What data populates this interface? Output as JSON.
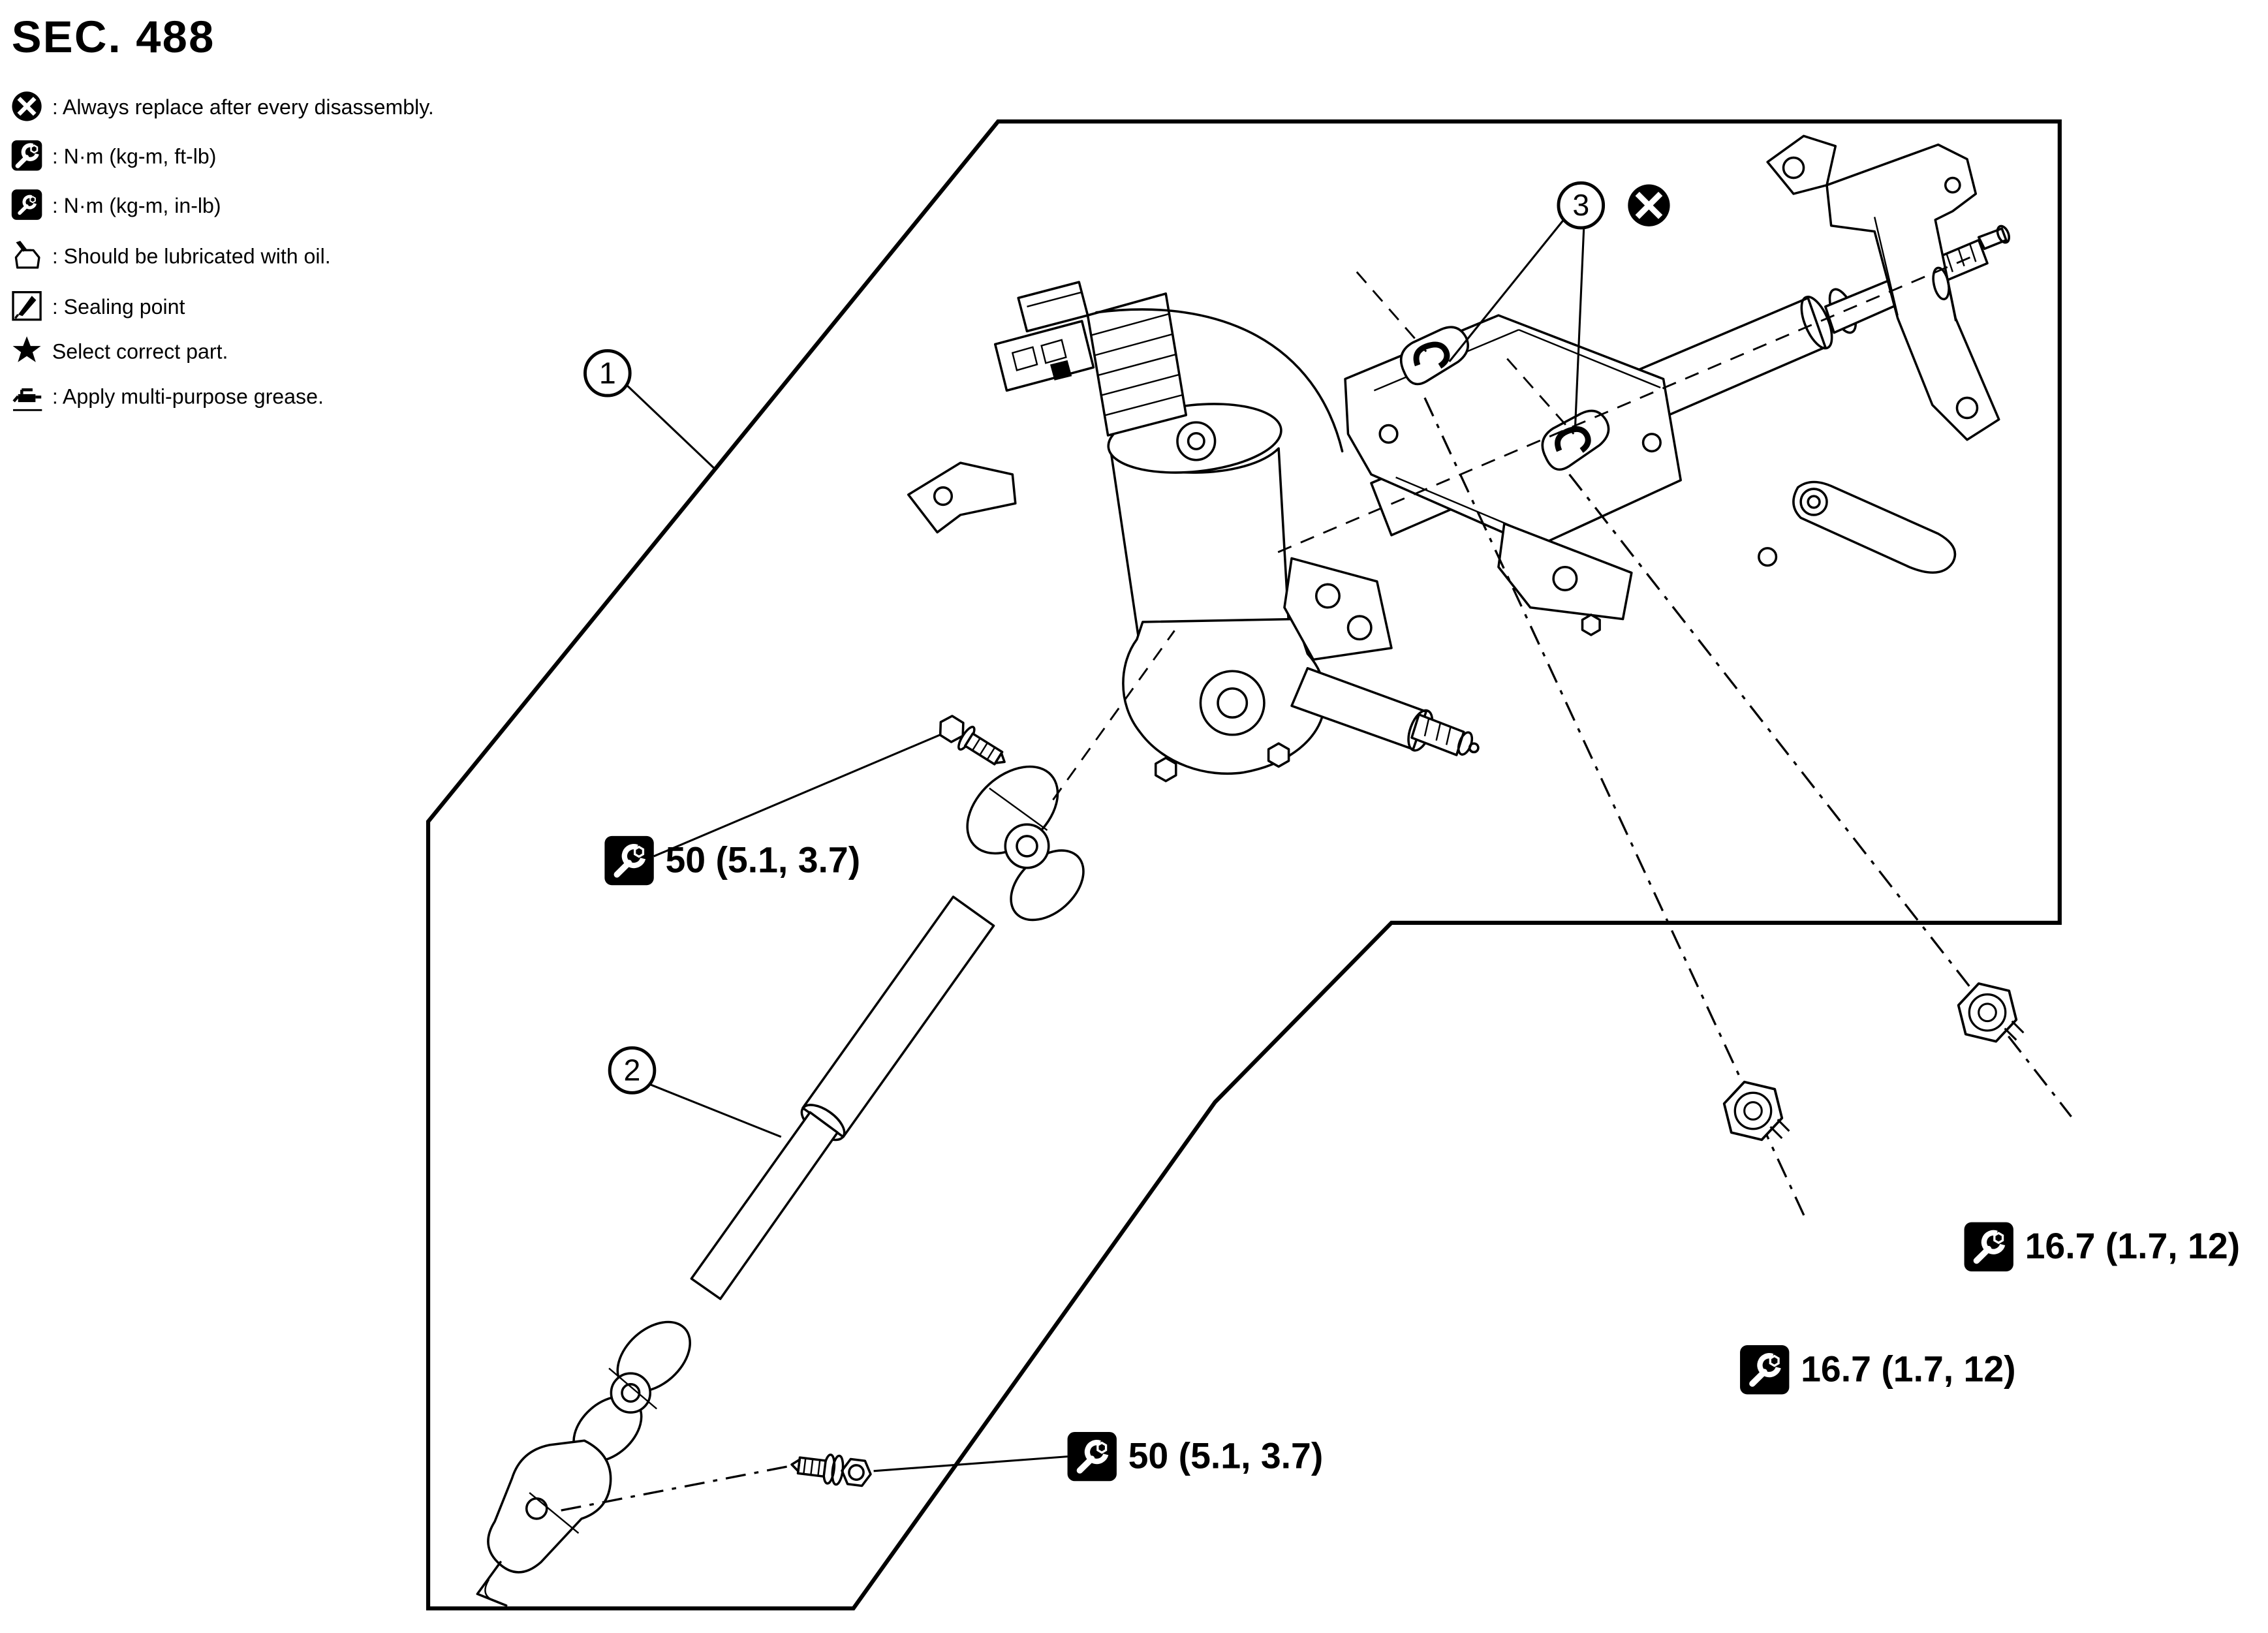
{
  "page": {
    "title": "SEC. 488"
  },
  "legend": {
    "items": [
      {
        "icon": "always-replace-icon",
        "label": ": Always replace after every disassembly."
      },
      {
        "icon": "torque-ftlb-icon",
        "label": ": N·m (kg-m, ft-lb)"
      },
      {
        "icon": "torque-inlb-icon",
        "label": ": N·m (kg-m, in-lb)"
      },
      {
        "icon": "oil-lubricate-icon",
        "label": ": Should be lubricated with oil."
      },
      {
        "icon": "sealing-point-icon",
        "label": ": Sealing point"
      },
      {
        "icon": "select-part-star-icon",
        "label": "Select correct part."
      },
      {
        "icon": "grease-icon",
        "label": ": Apply multi-purpose grease."
      }
    ]
  },
  "callouts": {
    "column_assembly": "1",
    "intermediate_shaft": "2",
    "mount_clamp": "3"
  },
  "torque": {
    "upper_joint_bolt": "50 (5.1, 3.7)",
    "lower_joint_bolt": "50 (5.1, 3.7)",
    "center_mount_nut": "16.7 (1.7, 12)",
    "right_mount_nut": "16.7 (1.7, 12)"
  }
}
